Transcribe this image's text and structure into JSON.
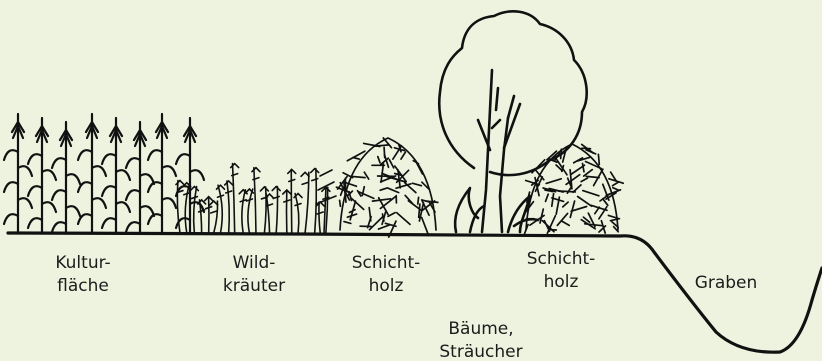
{
  "background": "#eef3df",
  "ink": "#111111",
  "labels": {
    "kulturflaeche": [
      "Kultur-",
      "fläche"
    ],
    "wildkraeuter": [
      "Wild-",
      "kräuter"
    ],
    "schichtholz_left": [
      "Schicht-",
      "holz"
    ],
    "baeume": [
      "Bäume,",
      "Sträucher"
    ],
    "schichtholz_right": [
      "Schicht-",
      "holz"
    ],
    "graben": [
      "Graben"
    ]
  },
  "icons": {
    "crops": "maize-plants-icon",
    "herbs": "wild-herbs-icon",
    "brush_left": "brushwood-pile-icon",
    "tree": "tree-icon",
    "brush_right": "brushwood-pile-icon",
    "ditch": "ditch-icon"
  }
}
